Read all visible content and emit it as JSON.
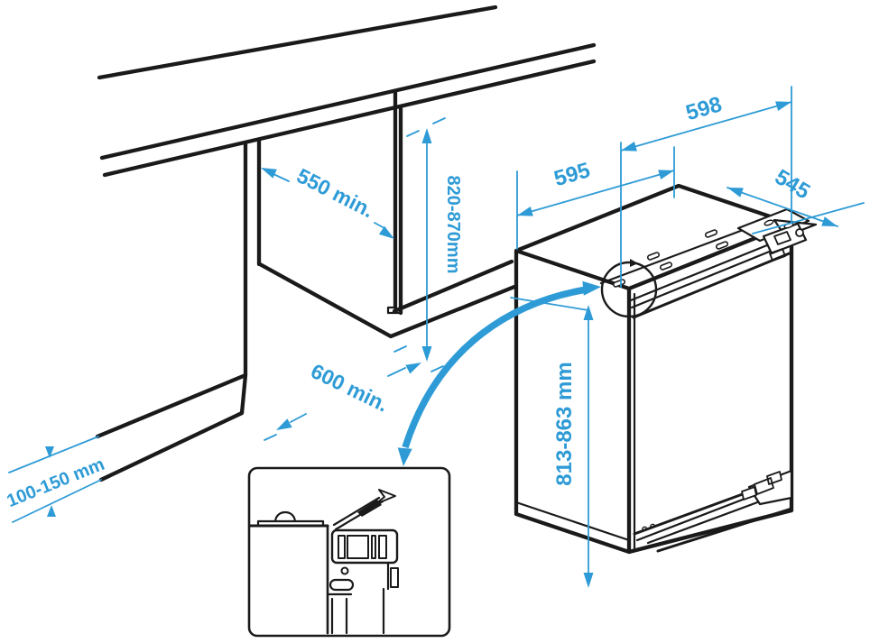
{
  "dimensions": {
    "niche_depth": "550 min.",
    "niche_height": "820-870mm",
    "worktop_depth": "600 min.",
    "plinth_height": "100-150 mm",
    "niche_width": "595",
    "appliance_width": "598",
    "appliance_depth": "545",
    "appliance_height": "813-863 mm"
  },
  "colors": {
    "dimension_blue": "#2E9BD6",
    "line_black": "#1A1A1A",
    "background": "#FFFFFF"
  }
}
